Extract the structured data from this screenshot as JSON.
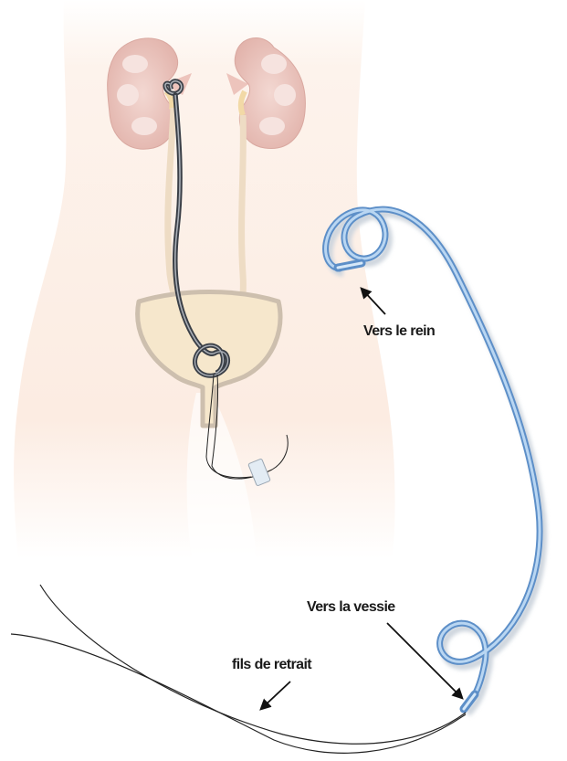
{
  "labels": {
    "to_kidney": "Vers le rein",
    "to_bladder": "Vers la vessie",
    "removal_strings": "fils de retrait"
  },
  "colors": {
    "body_skin": "#fcefe6",
    "kidney": "#e9c4bd",
    "bladder": "#f6e7cc",
    "bladder_outline": "#cdbfae",
    "stent_inserted": "#3a3f47",
    "stent_loose": "#8fb8e4",
    "arrows": "#111111"
  }
}
